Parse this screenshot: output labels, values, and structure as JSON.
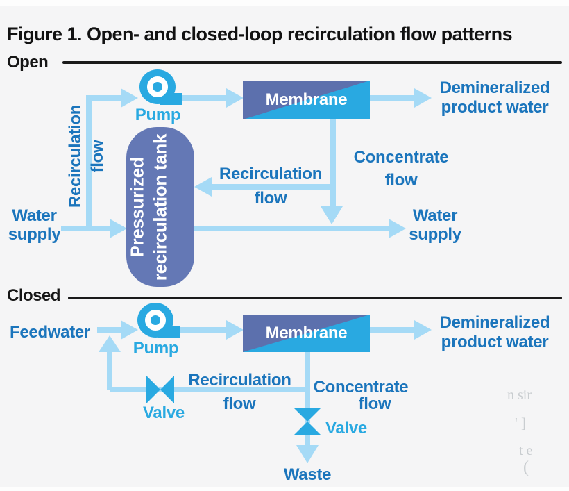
{
  "figure": {
    "title": "Figure 1. Open- and closed-loop recirculation flow patterns"
  },
  "colors": {
    "background": "#F5F5F6",
    "accent_cyan": "#29A9E1",
    "arrow_light_blue": "#A5DAF6",
    "tank_slate_blue": "#6478B5",
    "membrane_slate_blue": "#5C70AD",
    "label_blue": "#1B75BC",
    "rule_black": "#1A1A1A",
    "membrane_text_white": "#FFFFFF"
  },
  "open": {
    "section_label": "Open",
    "recirc_vertical": {
      "line1": "Recirculation",
      "line2": "flow"
    },
    "pump_label": "Pump",
    "membrane_label": "Membrane",
    "demineralized": {
      "line1": "Demineralized",
      "line2": "product water"
    },
    "concentrate": {
      "line1": "Concentrate",
      "line2": "flow"
    },
    "recirc_mid": {
      "line1": "Recirculation",
      "line2": "flow"
    },
    "tank": {
      "line1": "Pressurized",
      "line2": "recirculation",
      "line3": "tank"
    },
    "water_supply_in": {
      "line1": "Water",
      "line2": "supply"
    },
    "water_supply_out": {
      "line1": "Water",
      "line2": "supply"
    }
  },
  "closed": {
    "section_label": "Closed",
    "feedwater_label": "Feedwater",
    "pump_label": "Pump",
    "membrane_label": "Membrane",
    "demineralized": {
      "line1": "Demineralized",
      "line2": "product water"
    },
    "recirc": {
      "line1": "Recirculation",
      "line2": "flow"
    },
    "concentrate": {
      "line1": "Concentrate",
      "line2": "flow"
    },
    "valve_left_label": "Valve",
    "valve_right_label": "Valve",
    "waste_label": "Waste"
  },
  "artifacts": {
    "fragment1": "n sir",
    "fragment2": "' ]",
    "fragment3": "t e",
    "fragment4": "("
  }
}
